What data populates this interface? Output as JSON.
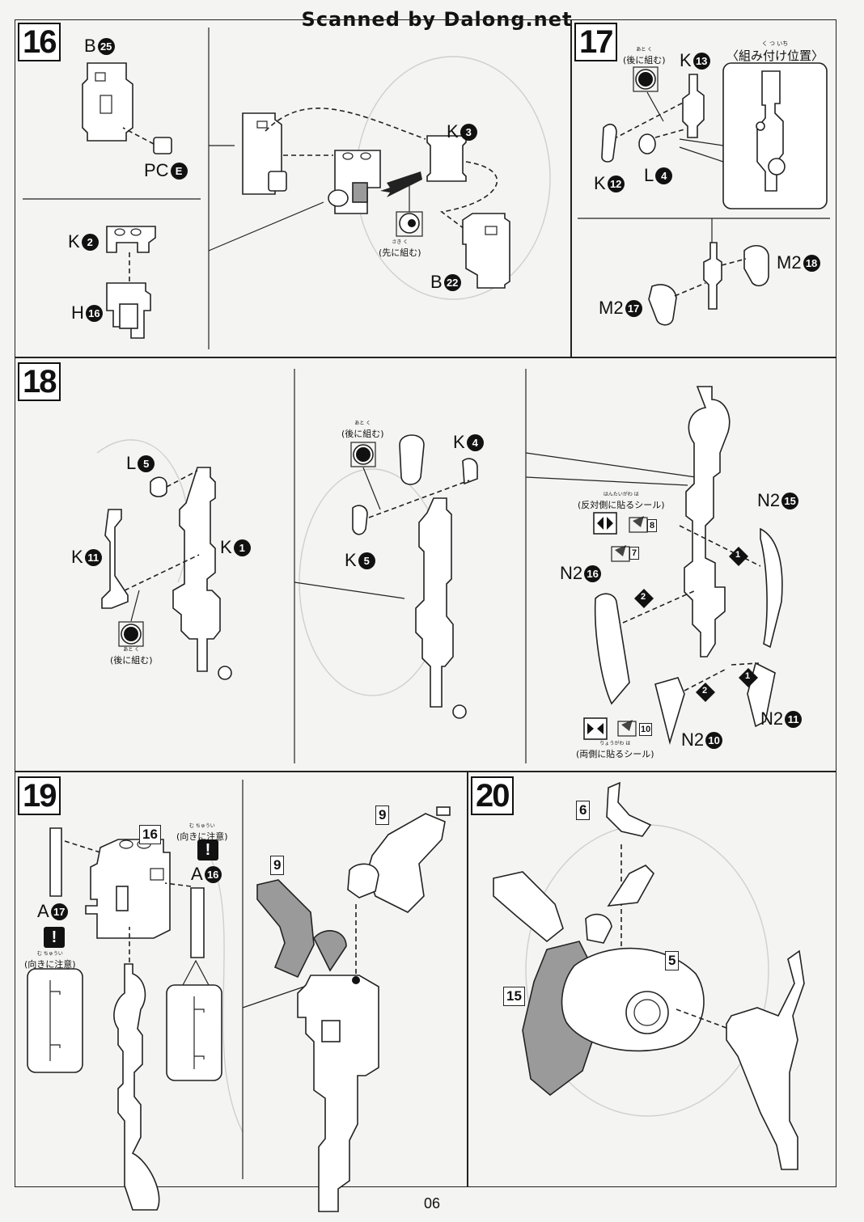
{
  "watermark": "Scanned by Dalong.net",
  "page_number": "06",
  "steps": {
    "s16": {
      "number": "16",
      "labels": [
        "B",
        "PC",
        "K",
        "H",
        "K",
        "B"
      ],
      "badges": [
        "25",
        "E",
        "2",
        "16",
        "3",
        "22"
      ],
      "note_ruby": "さき く",
      "note": "(先に組む)"
    },
    "s17": {
      "number": "17",
      "note_ruby": "あと く",
      "note": "(後に組む)",
      "position_ruby": "く つ いち",
      "position": "〈組み付け位置〉",
      "labels": [
        "K",
        "K",
        "L",
        "M2",
        "M2"
      ],
      "badges": [
        "13",
        "12",
        "4",
        "18",
        "17"
      ]
    },
    "s18": {
      "number": "18",
      "labels": [
        "L",
        "K",
        "K",
        "K",
        "K",
        "N2",
        "N2",
        "N2",
        "N2"
      ],
      "badges": [
        "5",
        "11",
        "1",
        "4",
        "5",
        "15",
        "16",
        "11",
        "10"
      ],
      "note_ruby": "あと く",
      "note": "(後に組む)",
      "note2_ruby": "あと く",
      "note2": "(後に組む)",
      "sticker_opposite_ruby": "はんたいがわ は",
      "sticker_opposite": "(反対側に貼るシール)",
      "sticker_both_ruby": "りょうがわ は",
      "sticker_both": "(両側に貼るシール)",
      "sticker_numbers": [
        "8",
        "7",
        "10"
      ],
      "arrows": [
        "1",
        "2",
        "1",
        "2"
      ]
    },
    "s19": {
      "number": "19",
      "ref_16": "16",
      "ref_9a": "9",
      "ref_9b": "9",
      "labels": [
        "A",
        "A"
      ],
      "badges": [
        "16",
        "17"
      ],
      "caution_ruby": "む ちゅうい",
      "caution": "(向きに注意)",
      "caution2_ruby": "む ちゅうい",
      "caution2": "(向きに注意)"
    },
    "s20": {
      "number": "20",
      "ref_6": "6",
      "ref_5": "5",
      "ref_15": "15"
    }
  }
}
